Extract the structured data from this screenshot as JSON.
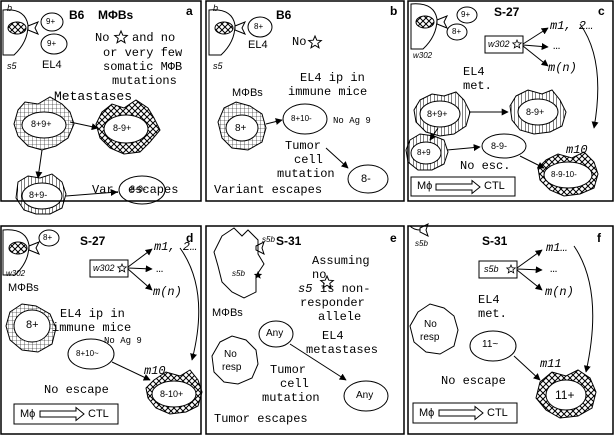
{
  "colors": {
    "line": "#000000",
    "background": "#ffffff"
  },
  "panels": {
    "a": {
      "letter": "a",
      "strain": "B6",
      "label_mphibs": "MΦBs",
      "tag_b": "b",
      "tag_s5": "s5",
      "cell_9a": "9+",
      "cell_9b": "9+",
      "label_el4": "EL4",
      "note_line1": "No",
      "note_line1b": "and no",
      "note_line2": "or very few",
      "note_line3": "somatic MΦB",
      "note_line4": "mutations",
      "metastases": "Metastases",
      "blob_1": "8+9+",
      "blob_2": "8-9+",
      "blob_3": "8+9-",
      "blob_4": "8-9-",
      "footer": "Var. escapes"
    },
    "b": {
      "letter": "b",
      "strain": "B6",
      "tag_b": "b",
      "tag_s5": "s5",
      "cell_8": "8+",
      "label_el4": "EL4",
      "no_star": "No",
      "ip_line1": "EL4 ip in",
      "ip_line2": "immune mice",
      "mphibs": "MΦBs",
      "blob_1": "8+",
      "cell_2": "8+10-",
      "no_ag": "No Ag 9",
      "tumor1": "Tumor",
      "tumor2": "cell",
      "tumor3": "mutation",
      "cell_3": "8-",
      "footer": "Variant escapes"
    },
    "c": {
      "letter": "c",
      "strain": "S-27",
      "cell_8": "8+",
      "cell_9": "9+",
      "tag_w302": "w302",
      "box_w302": "w302",
      "m1": "m1, 2…",
      "dots": "…",
      "mn": "m(n)",
      "el4_1": "EL4",
      "el4_2": "met.",
      "blob_1": "8+9+",
      "blob_2": "8-9+",
      "blob_3": "8+9",
      "cell_4": "8-9-",
      "m10": "m10",
      "no_esc": "No esc.",
      "blob_5": "8-9-10-",
      "mphi": "Mϕ",
      "ctl": "CTL"
    },
    "d": {
      "letter": "d",
      "strain": "S-27",
      "cell_8": "8+",
      "tag_w302": "w302",
      "box_w302": "w302",
      "m1": "m1, 2…",
      "dots": "…",
      "mn": "m(n)",
      "mphibs": "MΦBs",
      "ip_line1": "EL4 ip in",
      "ip_line2": "immune mice",
      "no_ag": "No Ag 9",
      "blob_1": "8+",
      "cell_2": "8+10~",
      "m10": "m10",
      "no_escape": "No escape",
      "blob_3": "8-10+",
      "mphi": "Mϕ",
      "ctl": "CTL"
    },
    "e": {
      "letter": "e",
      "strain": "S-31",
      "tag_s5b_1": "s5b",
      "tag_s5b_2": "s5b",
      "assume1": "Assuming",
      "assume2": "no",
      "assume3": "s5",
      "assume3b": "is non-",
      "assume4": "responder",
      "assume5": "allele",
      "mphibs": "MΦBs",
      "cell_any": "Any",
      "el4_1": "EL4",
      "el4_2": "metastases",
      "no_resp1": "No",
      "no_resp2": "resp",
      "tumor1": "Tumor",
      "tumor2": "cell",
      "tumor3": "mutation",
      "cell_any2": "Any",
      "footer": "Tumor escapes"
    },
    "f": {
      "letter": "f",
      "strain": "S-31",
      "tag_s5b": "s5b",
      "box_s5b": "s5b",
      "m1": "m1…",
      "dots": "…",
      "mn": "m(n)",
      "el4_1": "EL4",
      "el4_2": "met.",
      "no_resp1": "No",
      "no_resp2": "resp",
      "cell_11": "11~",
      "m11": "m11",
      "no_escape": "No escape",
      "blob_11": "11+",
      "mphi": "Mϕ",
      "ctl": "CTL"
    }
  }
}
